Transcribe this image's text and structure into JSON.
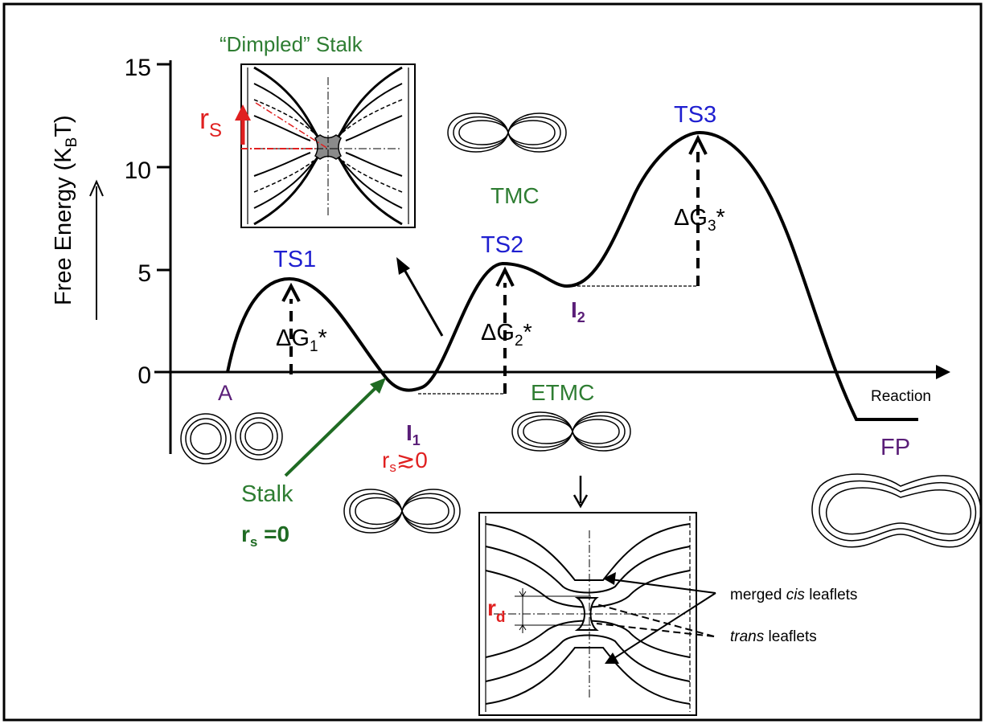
{
  "axes": {
    "y_label": "Free Energy (K",
    "y_label_sub": "B",
    "y_label_end": "T)",
    "x_label": "Reaction",
    "y_ticks": [
      "0",
      "5",
      "10",
      "15"
    ]
  },
  "states": {
    "a": "A",
    "ts1": "TS1",
    "ts2": "TS2",
    "ts3": "TS3",
    "i1": "I",
    "i1_sub": "1",
    "i2": "I",
    "i2_sub": "2",
    "fp": "FP"
  },
  "barriers": {
    "dg": "ΔG",
    "dg1_sub": "1",
    "dg2_sub": "2",
    "dg3_sub": "3",
    "star": "*"
  },
  "structures": {
    "dimpled_stalk": "“Dimpled” Stalk",
    "tmc": "TMC",
    "etmc": "ETMC",
    "stalk": "Stalk",
    "stalk_r": "r",
    "stalk_r_sub": "s",
    "stalk_r_value": " =0",
    "i1_r": "r",
    "i1_r_sub": "s",
    "i1_r_value": "≳0",
    "rs_inset": "r",
    "rs_inset_sub": "S",
    "rd": "r",
    "rd_sub": "d"
  },
  "annotations": {
    "merged": "merged ",
    "cis": "cis",
    "leaflets": " leaflets",
    "trans": "trans",
    "trans_leaflets": " leaflets"
  },
  "colors": {
    "state_blue": "#1f1fd0",
    "intermediate_purple": "#5a1e78",
    "structure_green": "#2e7d32",
    "radius_red": "#e02020",
    "curve": "#000000"
  }
}
